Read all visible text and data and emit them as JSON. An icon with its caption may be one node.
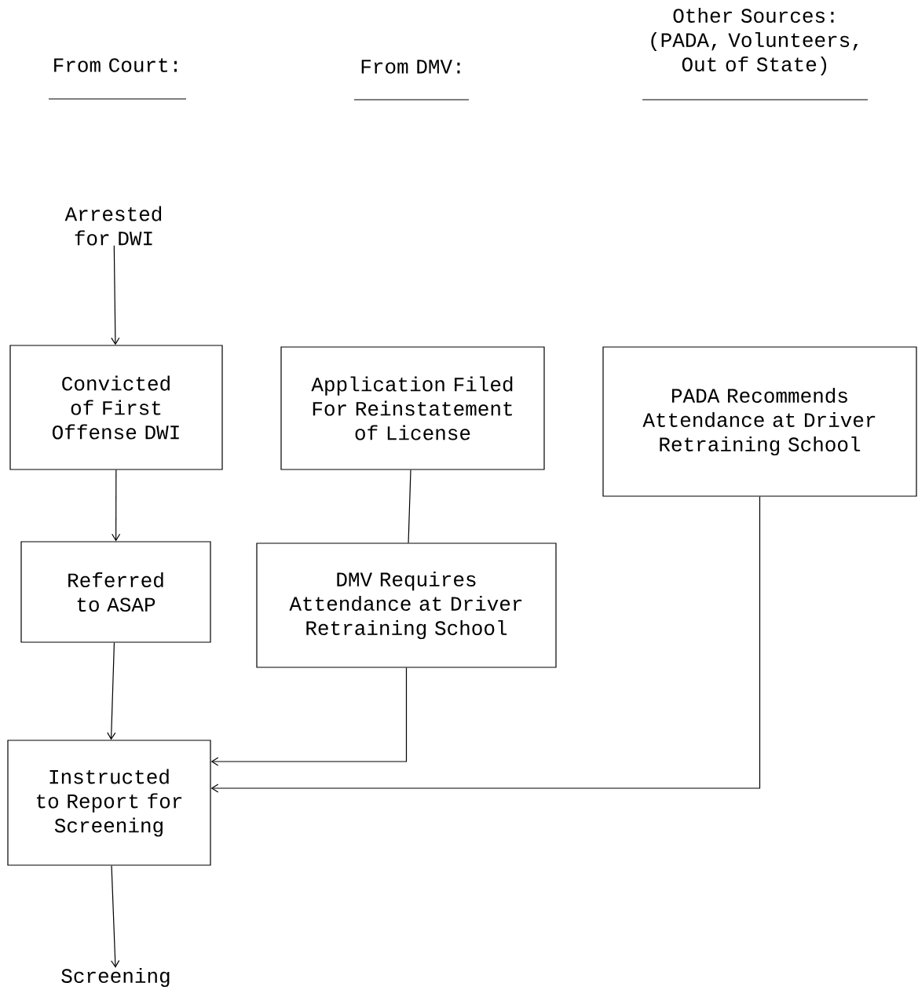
{
  "diagram": {
    "nodes": [
      {
        "text": [
          "Arrested for DWI"
        ]
      },
      {
        "text": [
          "Convicted of First Offense DWI"
        ]
      },
      {
        "text": [
          "Application Filed For Reinstatement of License"
        ]
      },
      {
        "text": [
          "PADA Recommends Attendance at Driver Retraining School"
        ]
      },
      {
        "text": [
          "Referred to ASAP"
        ]
      },
      {
        "text": [
          "DMV Requires Attendance at Driver Retraining School"
        ]
      },
      {
        "text": [
          "Instructed to Report for Screening"
        ]
      },
      {
        "text": [
          "Screening"
        ]
      }
    ],
    "edges": [
      {
        "from": 0,
        "to": 1,
        "arrow": "to"
      },
      {
        "from": 1,
        "to": 4,
        "arrow": "to"
      },
      {
        "from": 2,
        "to": 5,
        "arrow": "none"
      },
      {
        "from": 4,
        "to": 6,
        "arrow": "to"
      },
      {
        "from": 5,
        "to": 6,
        "arrow": "to"
      },
      {
        "from": 3,
        "to": 6,
        "arrow": "to"
      },
      {
        "from": 6,
        "to": 7,
        "arrow": "to"
      }
    ],
    "labels": [
      "Other Sources: (PADA, Volunteers, Out of State)",
      "From Court:",
      "From DMV:"
    ]
  }
}
